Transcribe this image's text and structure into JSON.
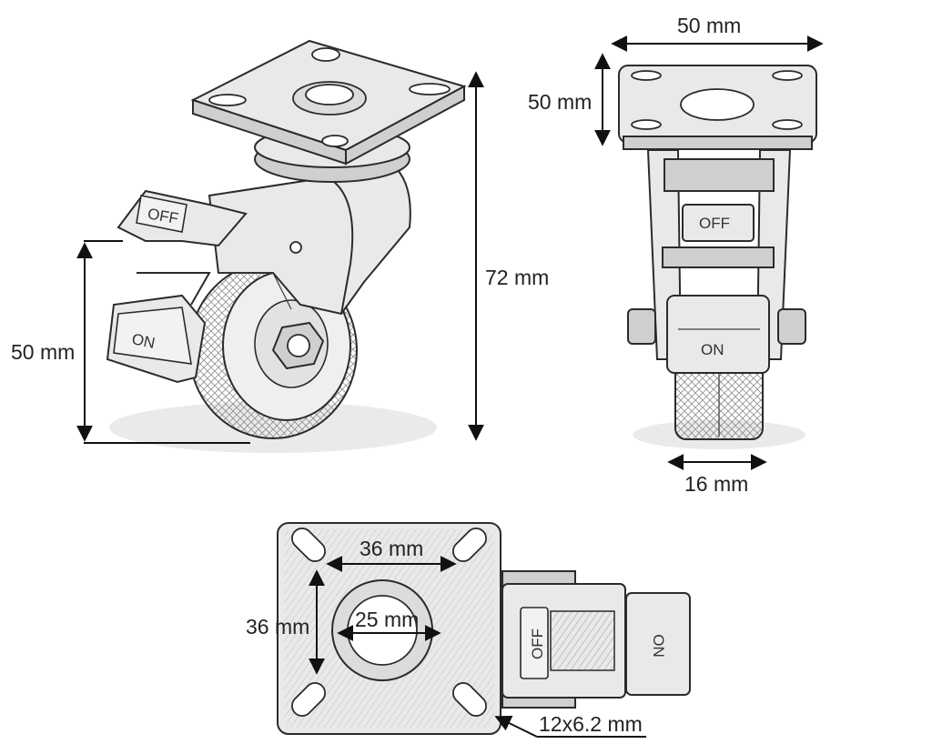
{
  "dimensions": {
    "side_height": "72 mm",
    "side_wheel_height": "50 mm",
    "front_plate_width": "50 mm",
    "front_plate_depth": "50 mm",
    "front_wheel_width": "16 mm",
    "top_hole_spacing_x": "36 mm",
    "top_hole_spacing_y": "36 mm",
    "top_center_diameter": "25 mm",
    "top_slot_size": "12x6.2 mm"
  },
  "brake_labels": {
    "side_off": "OFF",
    "side_on": "ON",
    "front_off": "OFF",
    "front_on": "ON",
    "top_off": "OFF",
    "top_on": "ON"
  }
}
